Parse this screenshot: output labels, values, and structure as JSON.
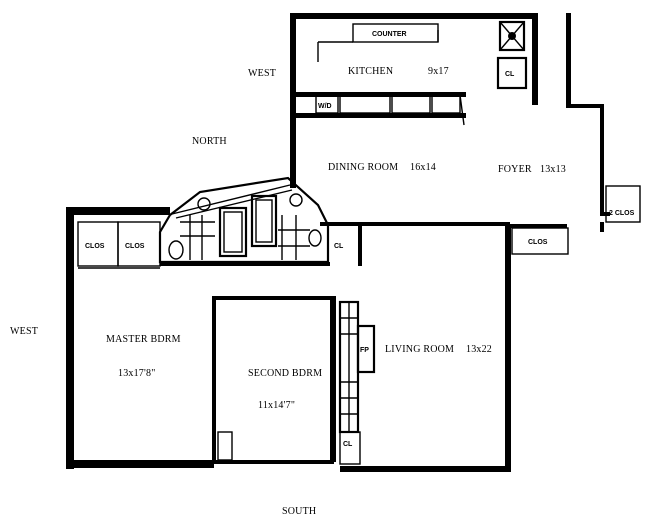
{
  "compass": {
    "west_top": "WEST",
    "north": "NORTH",
    "west_left": "WEST",
    "south": "SOUTH"
  },
  "rooms": {
    "kitchen": {
      "name": "KITCHEN",
      "size": "9x17"
    },
    "dining": {
      "name": "DINING ROOM",
      "size": "16x14"
    },
    "foyer": {
      "name": "FOYER",
      "size": "13x13"
    },
    "living": {
      "name": "LIVING ROOM",
      "size": "13x22"
    },
    "master": {
      "name": "MASTER BDRM",
      "size": "13x17'8\""
    },
    "second": {
      "name": "SECOND BDRM",
      "size": "11x14'7\""
    }
  },
  "fixtures": {
    "counter": "COUNTER",
    "wd": "W/D",
    "closet_kitchen": "CL",
    "closet_right": "2 CLOS",
    "closet_foyer": "CLOS",
    "closet_master1": "CLOS",
    "closet_master2": "CLOS",
    "closet_bath": "CL",
    "closet_living": "CL",
    "fireplace": "FP"
  }
}
